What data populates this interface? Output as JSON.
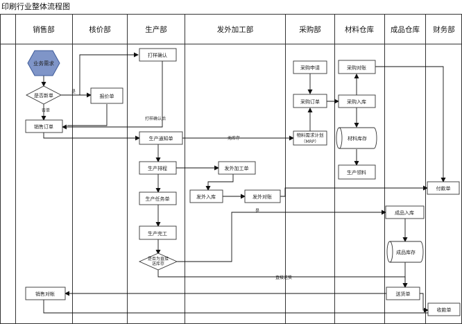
{
  "title": "印刷行业整体流程图",
  "lanes": [
    "销售部",
    "核价部",
    "生产部",
    "发外加工部",
    "采购部",
    "材料仓库",
    "成品仓库",
    "财务部"
  ],
  "nodes": {
    "business_demand": "业务需求",
    "is_new_order": "是否新单",
    "quote_sheet": "报价单",
    "sales_order": "销售订单",
    "proof_sample": "打样确认",
    "production_work_order": "生产通知单",
    "production_schedule": "生产排程",
    "production_task": "生产任务单",
    "production_complete": "生产完工",
    "outsource_work_order": "发外加工单",
    "outsource_inbound": "发外入库",
    "outsource_reconcile": "发外对账",
    "purchase_request": "采购申请",
    "purchase_order": "采购订单",
    "mrp_line1": "物料需求计划",
    "mrp_line2": "（MRP）",
    "purchase_reconcile": "采购对账",
    "purchase_inbound": "采购入库",
    "material_inventory": "材料库存",
    "production_issue": "生产领料",
    "finished_inbound": "成品入库",
    "finished_inventory": "成品库存",
    "delivery_note": "送货单",
    "payment_note": "付款单",
    "receipt_note": "收款单",
    "sales_reconcile": "销售对帐",
    "is_direct_line1": "是否为直接",
    "is_direct_line2": "送库存"
  },
  "edge_labels": {
    "yes_new": "是",
    "no_new": "否单",
    "proof_confirmed": "打样确认后",
    "no_stock": "无库存",
    "yes_direct": "是",
    "no_direct": "直接送货"
  },
  "colors": {
    "start_fill": "#7f95c8",
    "start_stroke": "#3d5a99"
  }
}
